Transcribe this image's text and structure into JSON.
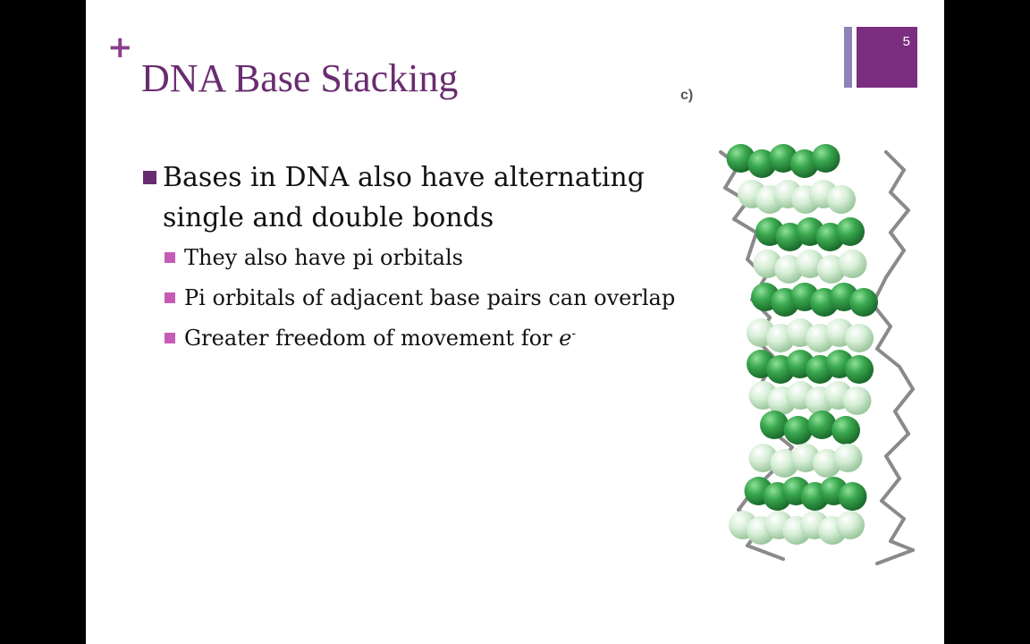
{
  "slide": {
    "plus_mark": "+",
    "title": "DNA Base Stacking",
    "page_number": "5",
    "figure_label": "c)"
  },
  "bullets": {
    "main_text": "Bases in DNA also have alternating single and double bonds",
    "sub_items": [
      {
        "text": "They also have pi orbitals"
      },
      {
        "text": "Pi orbitals of adjacent base pairs can overlap"
      },
      {
        "text_before": "Greater freedom of movement for ",
        "italic": "e",
        "sup": "-"
      }
    ]
  },
  "colors": {
    "title": "#6a2c70",
    "accent_square": "#7b2d80",
    "accent_bar": "#8e83b8",
    "sub_bullet": "#c75cb6",
    "base_dark_green": "#2e9e45",
    "base_light_green": "#c4e6c4",
    "backbone_gray": "#8a8a8a"
  }
}
